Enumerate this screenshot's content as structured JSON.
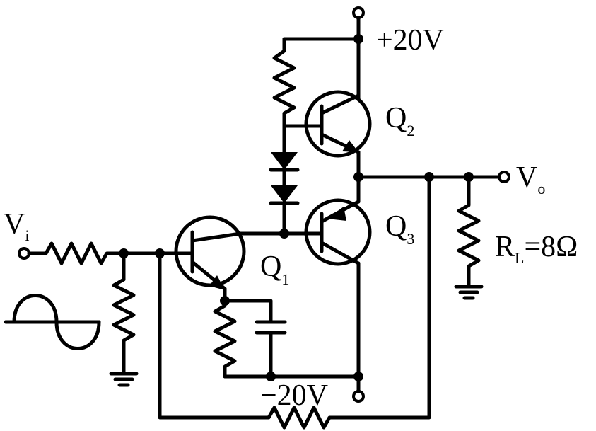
{
  "labels": {
    "vcc": "+20V",
    "vee": "−20V",
    "vin_main": "V",
    "vin_sub": "i",
    "vout_main": "V",
    "vout_sub": "o",
    "q1_main": "Q",
    "q1_sub": "1",
    "q2_main": "Q",
    "q2_sub": "2",
    "q3_main": "Q",
    "q3_sub": "3",
    "rl_main": "R",
    "rl_sub": "L",
    "rl_value": "=8Ω"
  }
}
